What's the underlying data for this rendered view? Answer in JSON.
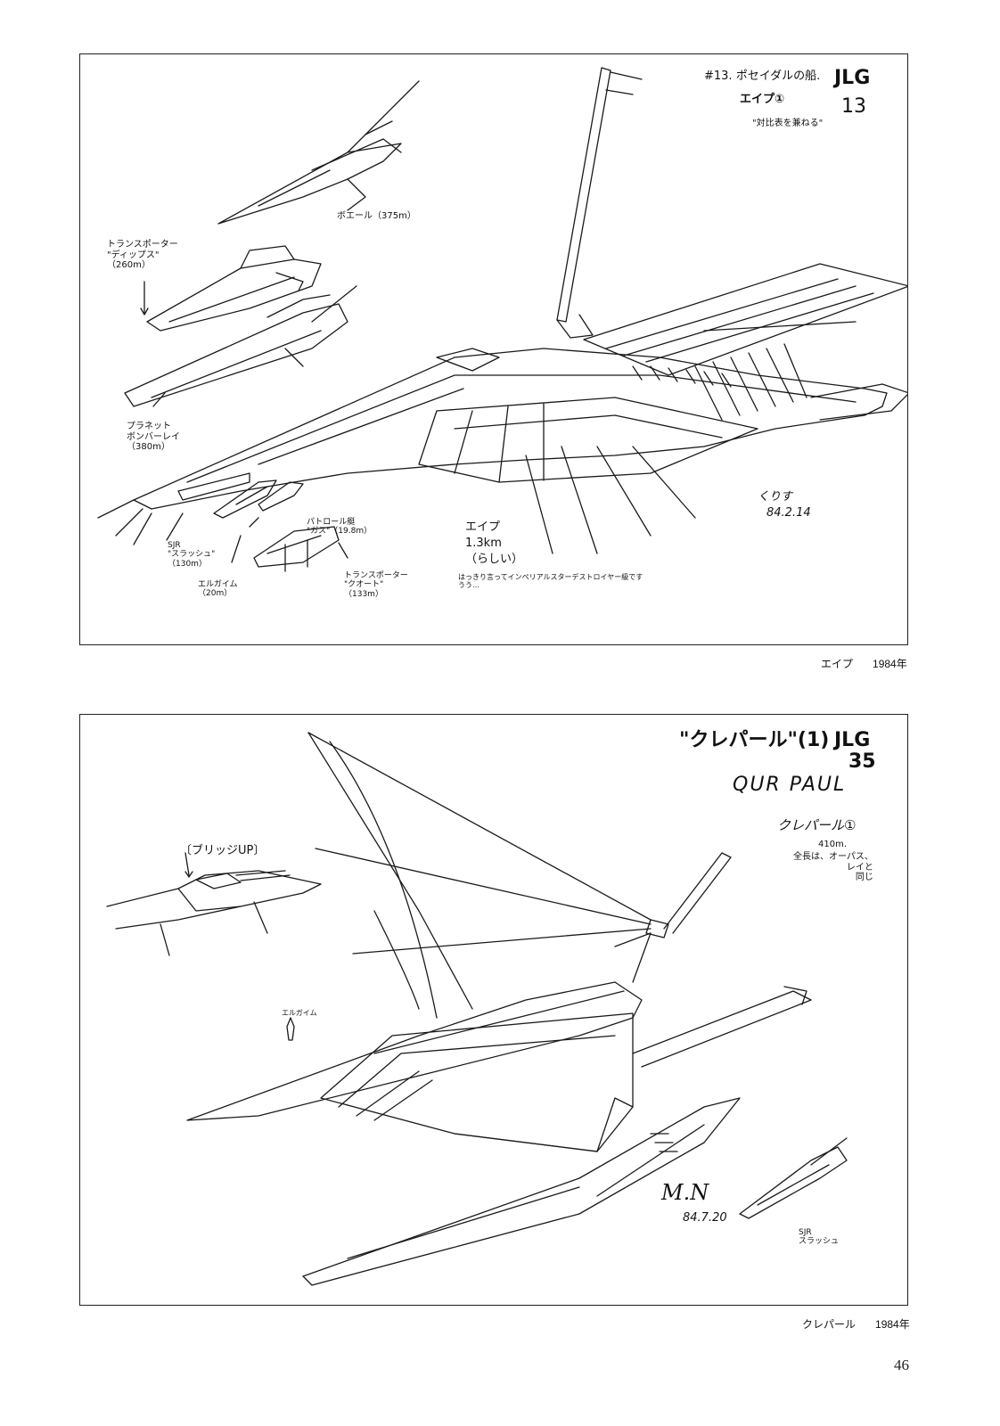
{
  "panel1": {
    "header_line1": "#13. ポセイダルの船.",
    "header_code": "JLG",
    "header_name": "エイプ①",
    "header_number": "13",
    "header_note": "\"対比表を兼ねる\"",
    "label_boal": "ボエール（375m）",
    "label_transporter_dips": "トランスポーター\n\"ディップス\"\n（260m）",
    "label_planet_bomber": "プラネット\nボンバーレイ\n（380m）",
    "label_patrol": "パトロール艇\n\"ガス\"（19.8m）",
    "label_sjr": "SJR\n\"スラッシュ\"\n（130m）",
    "label_elgaim": "エルガイム\n（20m）",
    "label_transporter_quote": "トランスポーター\n\"クオート\"\n（133m）",
    "label_eip": "エイプ\n1.3km\n（らしい）",
    "label_note": "はっきり言ってインペリアルスターデストロイヤー級です\nうう…",
    "signature": "くりす",
    "date": "84.2.14"
  },
  "caption1": {
    "name": "エイプ",
    "year": "1984年"
  },
  "panel2": {
    "header_title": "\"クレパール\"(1)",
    "header_code": "JLG",
    "header_number": "35",
    "header_roman": "QUR PAUL",
    "header_name": "クレパール①",
    "spec_length": "410m.",
    "spec_note": "全長は、オーパス、\nレイと\n同じ",
    "label_bridge": "〔ブリッジUP〕",
    "label_elgaim": "エルガイム",
    "label_sjr": "SJR\nスラッシュ",
    "signature": "M.N",
    "date": "84.7.20"
  },
  "caption2": {
    "name": "クレパール",
    "year": "1984年"
  },
  "page_number": "46"
}
